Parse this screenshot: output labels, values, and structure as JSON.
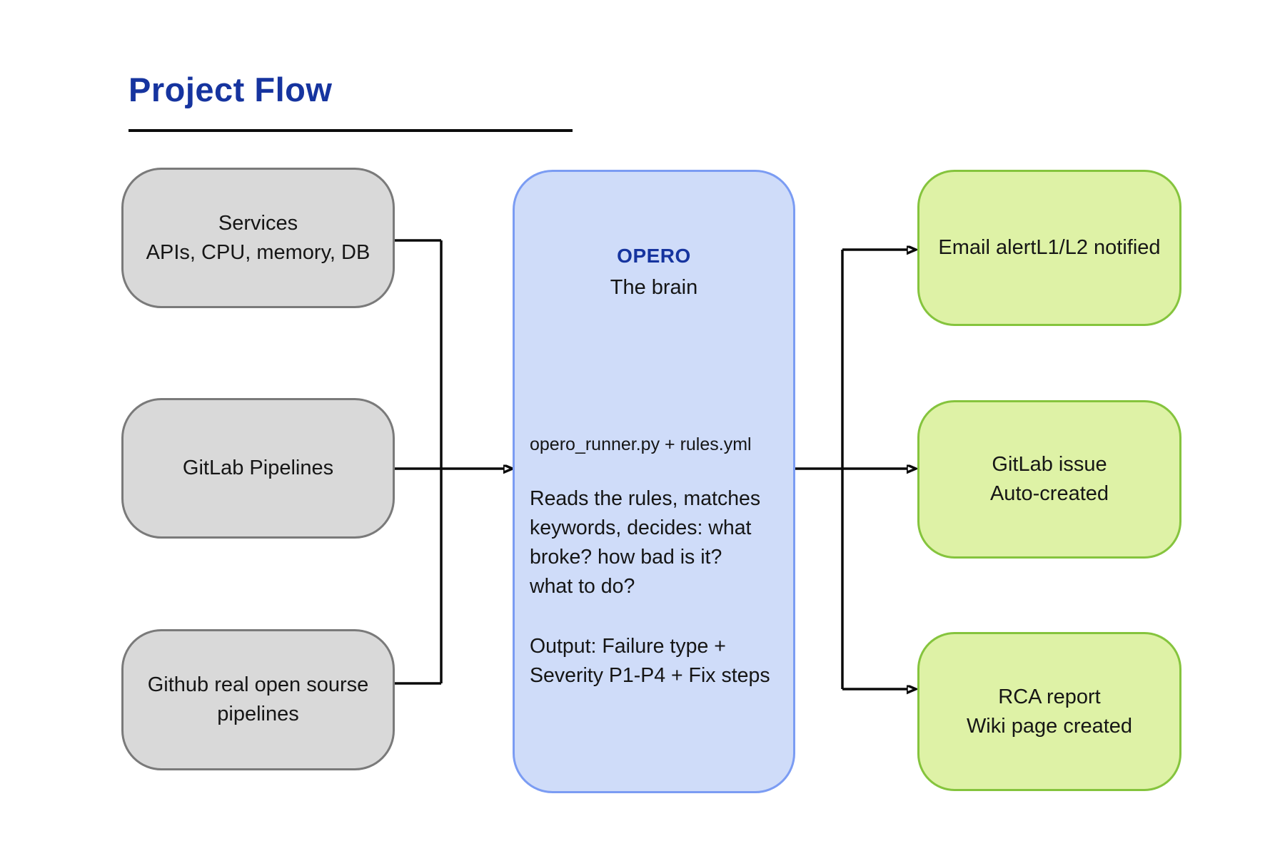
{
  "page": {
    "title": "Project Flow"
  },
  "colors": {
    "title_blue": "#16349f",
    "source_box_fill": "#d9d9d9",
    "source_box_border": "#7a7a7a",
    "processor_box_fill": "#cfdcf9",
    "processor_box_border": "#7b9cf3",
    "output_box_fill": "#def2a6",
    "output_box_border": "#85c43d",
    "connector": "#0a0a0a"
  },
  "sources": [
    {
      "id": "services",
      "label": "Services\nAPIs, CPU, memory, DB"
    },
    {
      "id": "gitlab-pipelines",
      "label": "GitLab Pipelines"
    },
    {
      "id": "github-pipelines",
      "label": "Github real open sourse\npipelines"
    }
  ],
  "processor": {
    "name": "OPERO",
    "subtitle": "The brain",
    "file_line": "opero_runner.py + rules.yml",
    "description": "Reads the rules, matches\nkeywords, decides: what\nbroke? how bad is it?\nwhat to do?",
    "output": "Output: Failure type +\nSeverity P1-P4 + Fix steps"
  },
  "outputs": [
    {
      "id": "email-alert",
      "label": "Email alertL1/L2 notified"
    },
    {
      "id": "gitlab-issue",
      "label": "GitLab issue\nAuto-created"
    },
    {
      "id": "rca-report",
      "label": "RCA report\nWiki page created"
    }
  ]
}
